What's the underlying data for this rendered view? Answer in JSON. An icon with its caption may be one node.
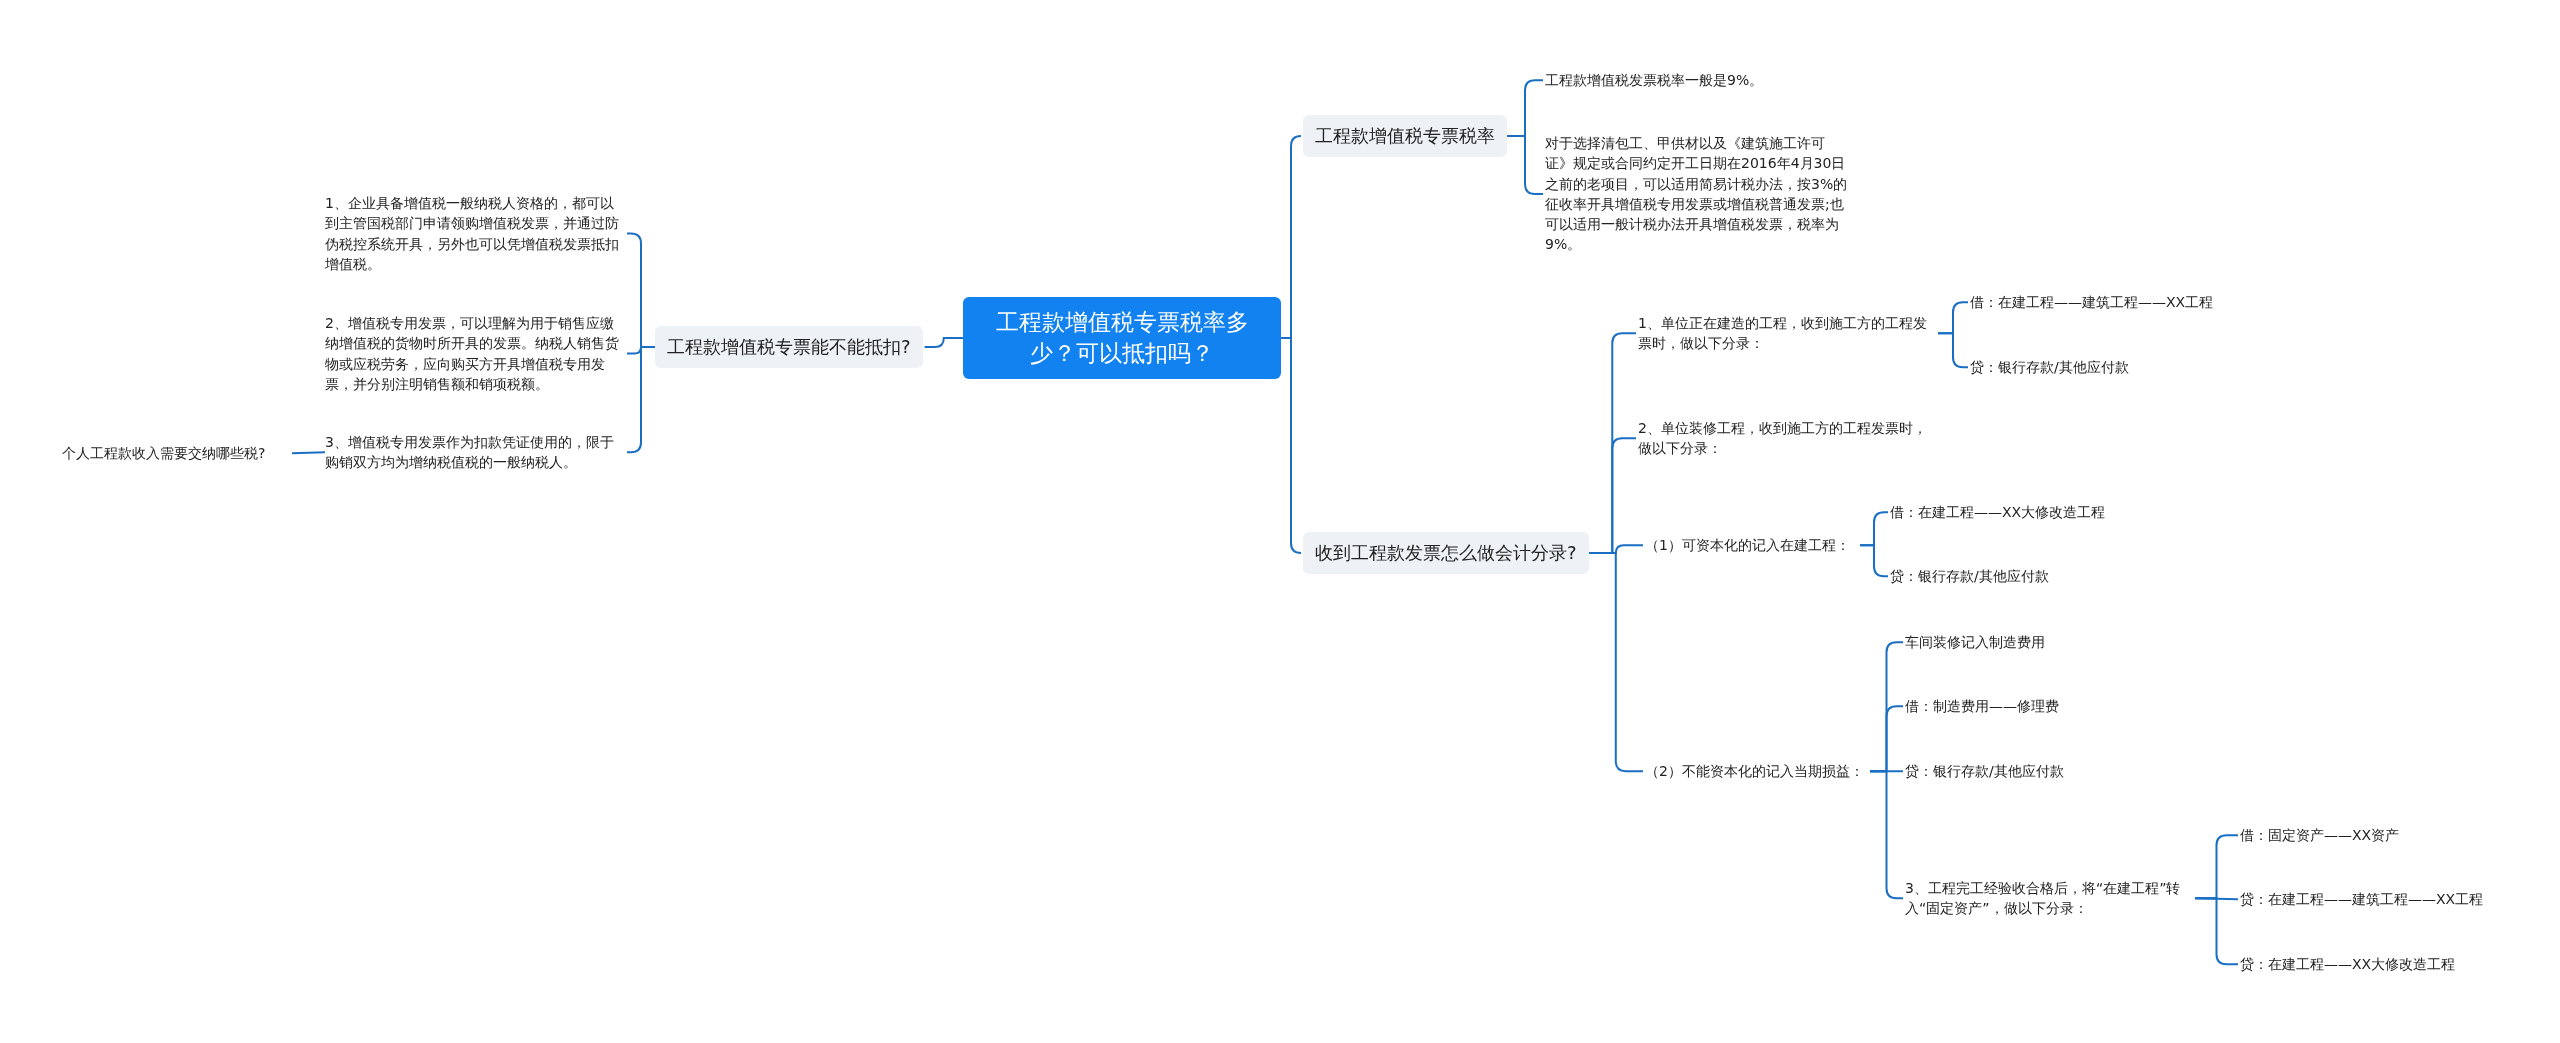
{
  "diagram": {
    "nodes": [
      {
        "text": [
          "工程款增值税专票税率多少？可以抵扣吗？"
        ]
      },
      {
        "text": [
          "工程款增值税专票能不能抵扣?"
        ]
      },
      {
        "text": [
          "1、企业具备增值税一般纳税人资格的，都可以到主管国税部门申请领购增值税发票，并通过防伪税控系统开具，另外也可以凭增值税发票抵扣增值税。"
        ]
      },
      {
        "text": [
          "2、增值税专用发票，可以理解为用于销售应缴纳增值税的货物时所开具的发票。纳税人销售货物或应税劳务，应向购买方开具增值税专用发票，并分别注明销售额和销项税额。"
        ]
      },
      {
        "text": [
          "3、增值税专用发票作为扣款凭证使用的，限于购销双方均为增纳税值税的一般纳税人。"
        ]
      },
      {
        "text": [
          "个人工程款收入需要交纳哪些税?"
        ]
      },
      {
        "text": [
          "工程款增值税专票税率"
        ]
      },
      {
        "text": [
          "工程款增值税发票税率一般是9%。"
        ]
      },
      {
        "text": [
          "对于选择清包工、甲供材以及《建筑施工许可证》规定或合同约定开工日期在2016年4月30日之前的老项目，可以适用简易计税办法，按3%的征收率开具增值税专用发票或增值税普通发票;也可以适用一般计税办法开具增值税发票，税率为9%。"
        ]
      },
      {
        "text": [
          "收到工程款发票怎么做会计分录?"
        ]
      },
      {
        "text": [
          "1、单位正在建造的工程，收到施工方的工程发票时，做以下分录："
        ]
      },
      {
        "text": [
          "借：在建工程——建筑工程——XX工程"
        ]
      },
      {
        "text": [
          "贷：银行存款/其他应付款"
        ]
      },
      {
        "text": [
          "2、单位装修工程，收到施工方的工程发票时，做以下分录："
        ]
      },
      {
        "text": [
          "（1）可资本化的记入在建工程："
        ]
      },
      {
        "text": [
          "借：在建工程——XX大修改造工程"
        ]
      },
      {
        "text": [
          "贷：银行存款/其他应付款"
        ]
      },
      {
        "text": [
          "（2）不能资本化的记入当期损益："
        ]
      },
      {
        "text": [
          "车间装修记入制造费用"
        ]
      },
      {
        "text": [
          "借：制造费用——修理费"
        ]
      },
      {
        "text": [
          "贷：银行存款/其他应付款"
        ]
      },
      {
        "text": [
          "3、工程完工经验收合格后，将“在建工程”转入“固定资产”，做以下分录："
        ]
      },
      {
        "text": [
          "借：固定资产——XX资产"
        ]
      },
      {
        "text": [
          "贷：在建工程——建筑工程——XX工程"
        ]
      },
      {
        "text": [
          "贷：在建工程——XX大修改造工程"
        ]
      }
    ],
    "edges": [
      {
        "from": 0,
        "to": 1,
        "arrow": "none"
      },
      {
        "from": 1,
        "to": 2,
        "arrow": "none"
      },
      {
        "from": 1,
        "to": 3,
        "arrow": "none"
      },
      {
        "from": 1,
        "to": 4,
        "arrow": "none"
      },
      {
        "from": 4,
        "to": 5,
        "arrow": "none"
      },
      {
        "from": 0,
        "to": 6,
        "arrow": "none"
      },
      {
        "from": 6,
        "to": 7,
        "arrow": "none"
      },
      {
        "from": 6,
        "to": 8,
        "arrow": "none"
      },
      {
        "from": 0,
        "to": 9,
        "arrow": "none"
      },
      {
        "from": 9,
        "to": 10,
        "arrow": "none"
      },
      {
        "from": 10,
        "to": 11,
        "arrow": "none"
      },
      {
        "from": 10,
        "to": 12,
        "arrow": "none"
      },
      {
        "from": 9,
        "to": 13,
        "arrow": "none"
      },
      {
        "from": 9,
        "to": 14,
        "arrow": "none"
      },
      {
        "from": 14,
        "to": 15,
        "arrow": "none"
      },
      {
        "from": 14,
        "to": 16,
        "arrow": "none"
      },
      {
        "from": 9,
        "to": 17,
        "arrow": "none"
      },
      {
        "from": 17,
        "to": 18,
        "arrow": "none"
      },
      {
        "from": 17,
        "to": 19,
        "arrow": "none"
      },
      {
        "from": 17,
        "to": 20,
        "arrow": "none"
      },
      {
        "from": 17,
        "to": 21,
        "arrow": "none"
      },
      {
        "from": 21,
        "to": 22,
        "arrow": "none"
      },
      {
        "from": 21,
        "to": 23,
        "arrow": "none"
      },
      {
        "from": 21,
        "to": 24,
        "arrow": "none"
      }
    ]
  }
}
